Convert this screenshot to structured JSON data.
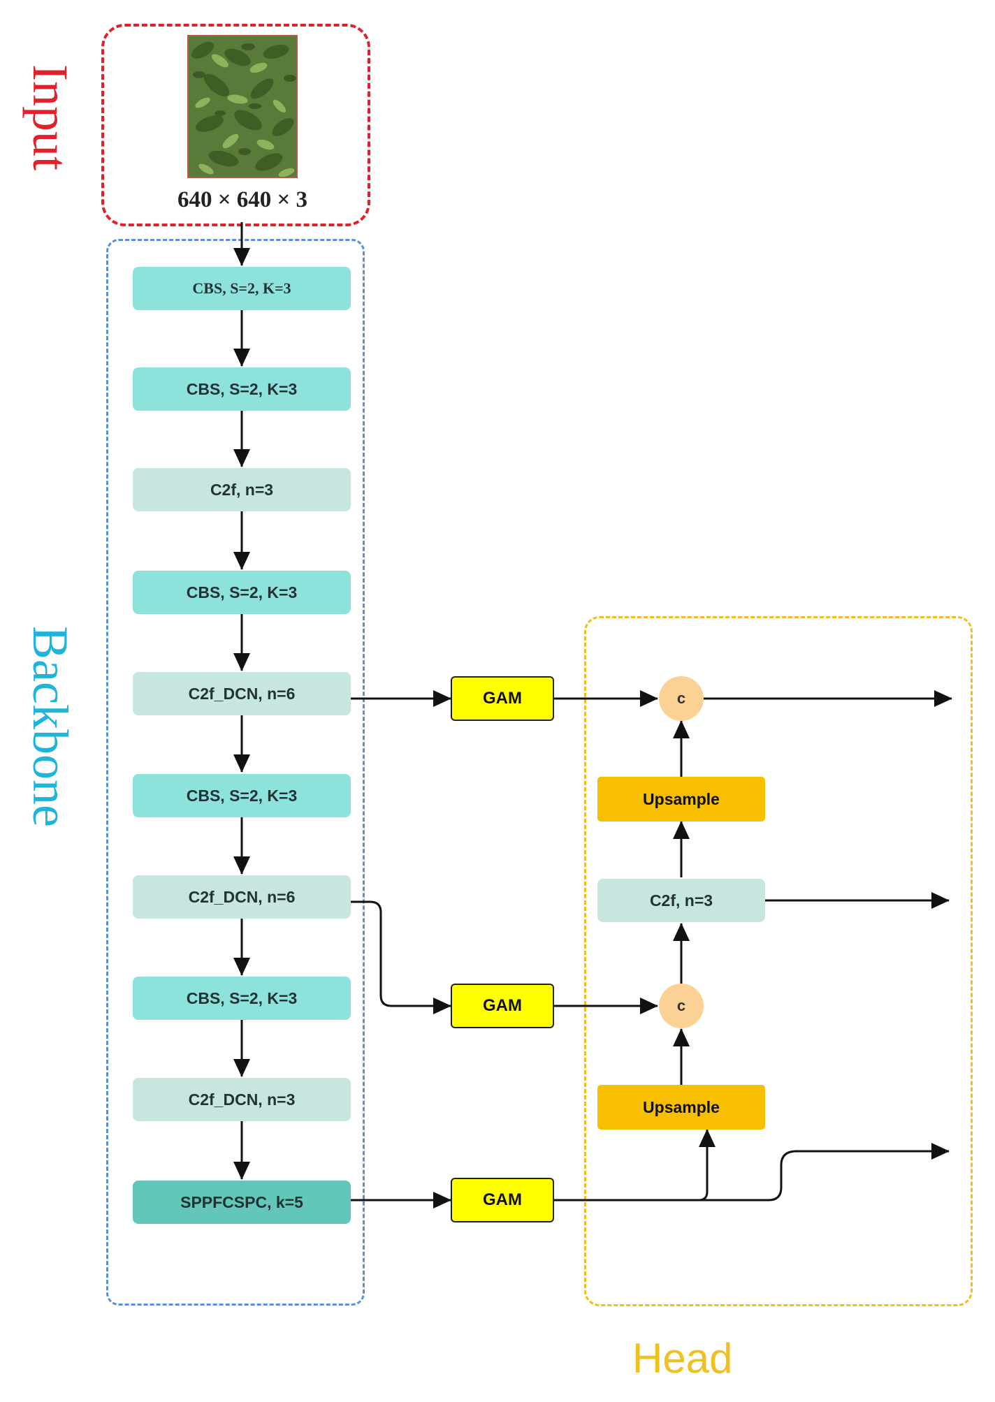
{
  "labels": {
    "input": "Input",
    "backbone": "Backbone",
    "head": "Head",
    "input_dims": "640 × 640 × 3"
  },
  "backbone": {
    "blocks": [
      "CBS, S=2, K=3",
      "CBS, S=2, K=3",
      "C2f, n=3",
      "CBS, S=2, K=3",
      "C2f_DCN, n=6",
      "CBS, S=2, K=3",
      "C2f_DCN,  n=6",
      "CBS, S=2, K=3",
      "C2f_DCN, n=3",
      "SPPFCSPC, k=5"
    ]
  },
  "neck": {
    "gam": [
      "GAM",
      "GAM",
      "GAM"
    ]
  },
  "head": {
    "concat": [
      "c",
      "c"
    ],
    "upsample": [
      "Upsample",
      "Upsample"
    ],
    "c2f": "C2f, n=3"
  },
  "colors": {
    "input_frame": "#e0202a",
    "backbone_frame": "#5b8fd6",
    "head_frame": "#f0be1e",
    "cbs": "#8ee2dc",
    "c2f": "#c6e6df",
    "sppfcspc": "#62c6b8",
    "gam": "#ffff00",
    "upsample": "#f8be00",
    "concat": "#fcd294"
  }
}
